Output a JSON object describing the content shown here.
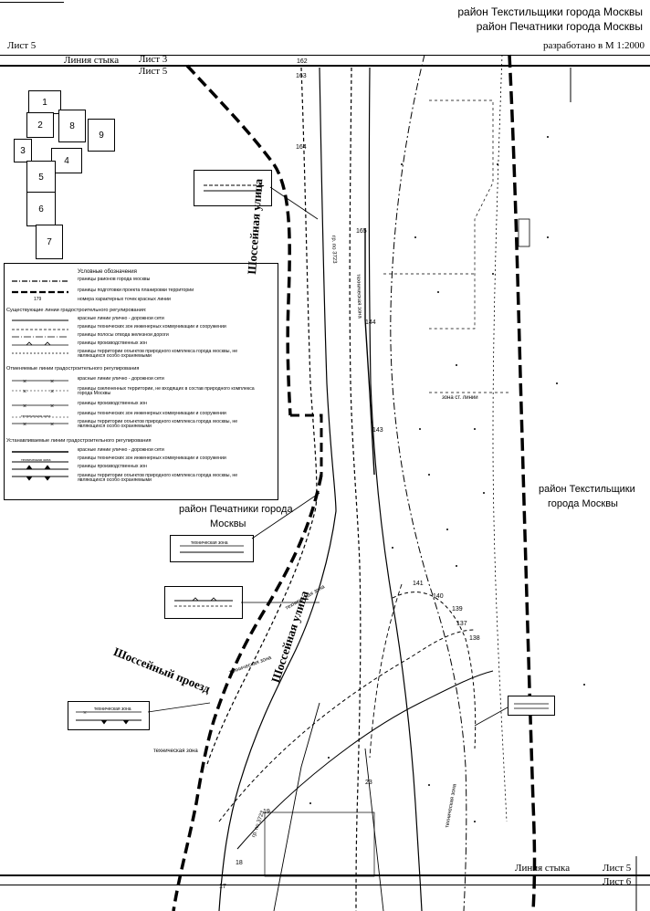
{
  "header": {
    "district_1": "район Текстильщики города Москвы",
    "district_2": "район Печатники города Москвы",
    "scale_note": "разработано в М 1:2000"
  },
  "sheet": {
    "current": "Лист 5",
    "top_join_label": "Линия стыка",
    "top_prev": "Лист 3",
    "top_this": "Лист 5",
    "bottom_join_label": "Линия стыка",
    "bottom_this": "Лист 5",
    "bottom_next": "Лист 6"
  },
  "key_map": {
    "sheets": [
      "1",
      "2",
      "3",
      "4",
      "5",
      "6",
      "7",
      "8",
      "9"
    ]
  },
  "map": {
    "street_main": "Шоссейная улица",
    "street_main_2": "Шоссейная улица",
    "street_passage": "Шоссейный проезд",
    "area_pechatniki": "район Печатники города",
    "area_pechatniki_2": "Москвы",
    "area_textilshchiki": "район Текстильщики",
    "area_textilshchiki_2": "города Москвы",
    "zone_label": "техническая зона",
    "zone_short": "зона ст. линии",
    "track_label": "гр. по 3723",
    "point_numbers": [
      "162",
      "163",
      "164",
      "165",
      "144",
      "143",
      "141",
      "140",
      "139",
      "138",
      "137",
      "23",
      "19",
      "18",
      "17"
    ]
  },
  "legend": {
    "title": "Условные обозначения",
    "items_general": [
      "границы районов города Москвы",
      "границы подготовки проекта планировки территории",
      "номера характерных точек красных линий"
    ],
    "point_sample": "179",
    "section_existing": "Существующие линии градостроительного регулирования:",
    "items_existing": [
      "красные линии улично - дорожной сети",
      "границы технических зон инженерных коммуникаций и сооружений",
      "границы полосы отвода железной дороги",
      "границы производственных зон",
      "границы территорий объектов природного комплекса города Москвы, не являющихся особо охраняемыми"
    ],
    "section_cancelled": "Отменяемые линии градостроительного регулирования",
    "items_cancelled": [
      "красные линии улично - дорожной сети",
      "границы озелененных территорий, не входящих в состав природного комплекса города Москвы",
      "границы производственных зон",
      "границы технических зон инженерных коммуникаций и сооружений",
      "границы территорий объектов природного комплекса города Москвы, не являющихся особо охраняемыми"
    ],
    "section_established": "Устанавливаемые линии градостроительного регулирования",
    "items_established": [
      "красные линии улично - дорожной сети",
      "границы технических зон инженерных коммуникаций и сооружений",
      "границы производственных зон",
      "границы территорий объектов природного комплекса города Москвы, не являющихся особо охраняемыми"
    ],
    "zone_sample": "техническая зона"
  },
  "colors": {
    "ink": "#000000",
    "paper": "#ffffff"
  }
}
